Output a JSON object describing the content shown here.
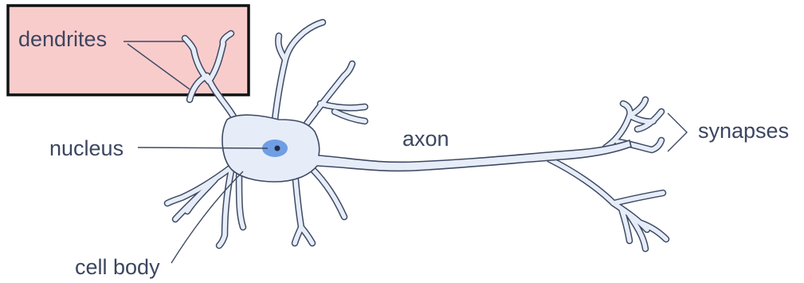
{
  "diagram": {
    "labels": {
      "dendrites": "dendrites",
      "nucleus": "nucleus",
      "axon": "axon",
      "synapses": "synapses",
      "cell_body": "cell body"
    },
    "highlighted_label": "dendrites"
  },
  "colors": {
    "highlight_fill": "#f9cccc",
    "highlight_border": "#111111",
    "cell_fill": "#e6edf8",
    "outline": "#3e4a63",
    "nucleus": "#5a8fe0",
    "text": "#3b4660"
  }
}
